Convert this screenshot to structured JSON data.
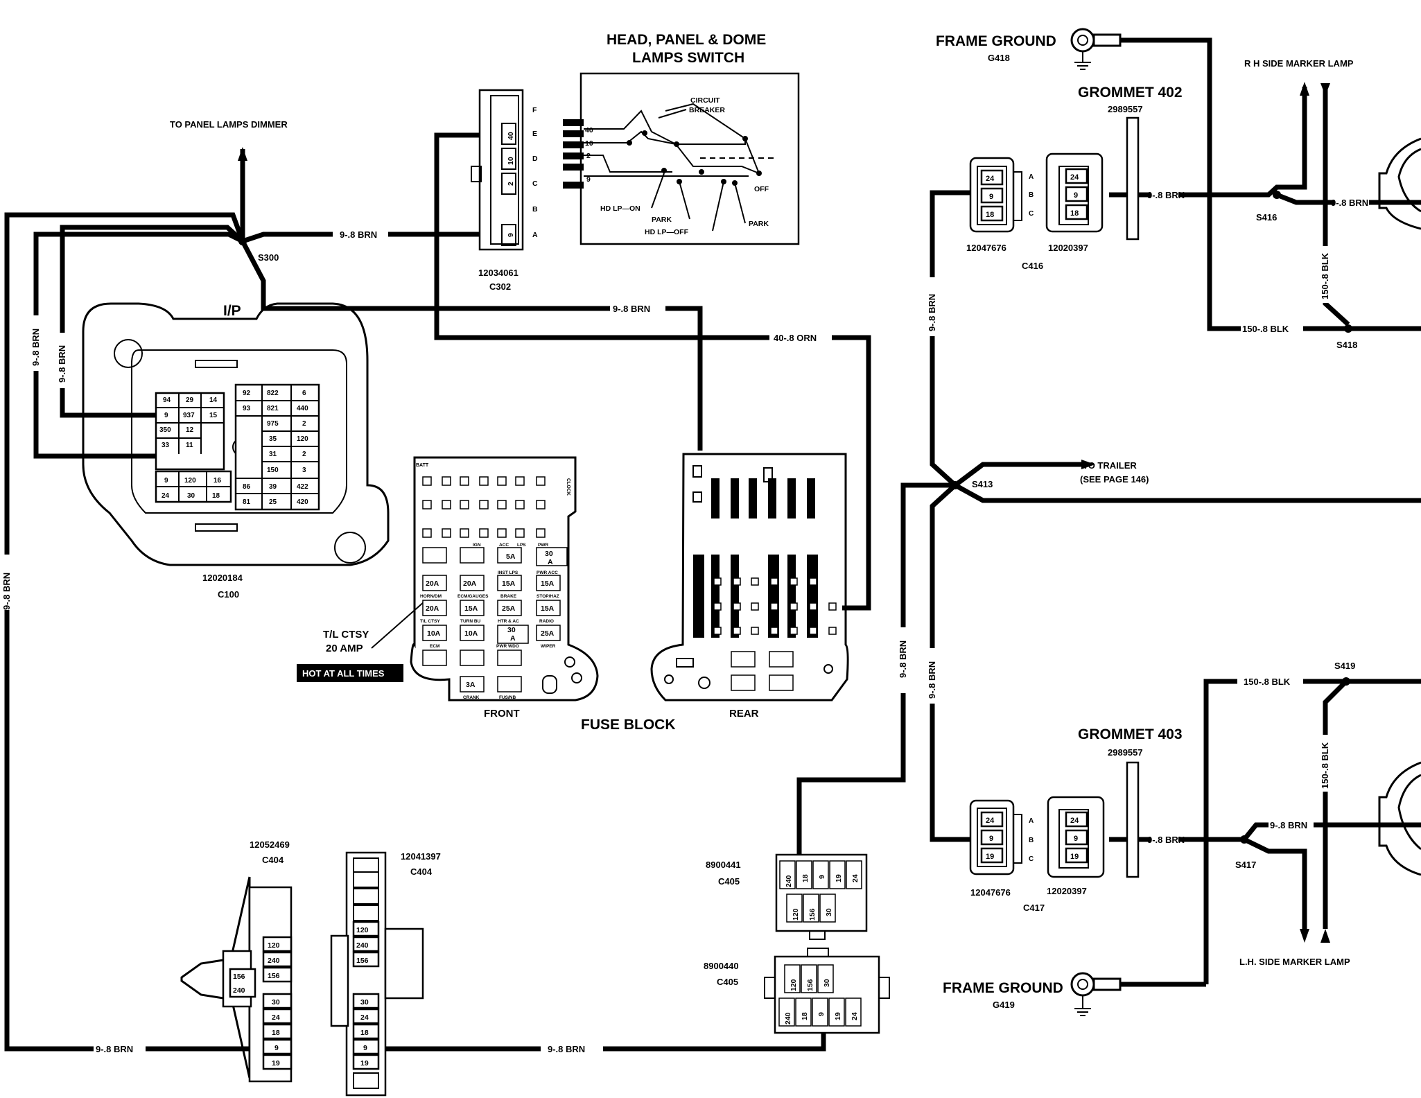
{
  "title": "FUSE BLOCK",
  "fuse_block": {
    "front_label": "FRONT",
    "rear_label": "REAR",
    "batt": "BATT",
    "clock": "CLOCK",
    "rows": [
      [
        "",
        "",
        "",
        "",
        "5A",
        "30\nA"
      ],
      [
        "20A",
        "20A",
        "",
        "15A",
        "15A",
        ""
      ],
      [
        "20A",
        "15A",
        "",
        "25A",
        "15A",
        ""
      ],
      [
        "10A",
        "10A",
        "",
        "30\nA",
        "25A",
        ""
      ],
      [
        "",
        "3A",
        "",
        "",
        "",
        ""
      ]
    ],
    "fuse_names": [
      "IGN",
      "ACC",
      "LPS",
      "PWR",
      "INST LPS",
      "PWR ACC",
      "HORN/DM",
      "ECM/GAUGES",
      "BRAKE",
      "STOP/HAZ",
      "T/L CTSY",
      "TURN BU",
      "HTR & AC",
      "RADIO",
      "ECM",
      "PWR WDO",
      "WIPER",
      "CRANK",
      "FUS/NB"
    ]
  },
  "callouts": {
    "tl_ctsy": "T/L CTSY",
    "tl_amp": "20 AMP",
    "hot": "HOT AT ALL TIMES",
    "to_dimmer": "TO PANEL LAMPS DIMMER",
    "to_trailer": "TO TRAILER",
    "see_page": "(SEE PAGE 146)",
    "rh_marker": "R H SIDE MARKER LAMP",
    "lh_marker": "L.H. SIDE MARKER LAMP"
  },
  "switch": {
    "title_1": "HEAD, PANEL & DOME",
    "title_2": "LAMPS SWITCH",
    "circuit_breaker_1": "CIRCUIT",
    "circuit_breaker_2": "BREAKER",
    "off": "OFF",
    "park_1": "PARK",
    "park_2": "PARK",
    "hd_lp_on": "HD LP—ON",
    "hd_lp_off": "HD LP—OFF",
    "wires": [
      "40",
      "10",
      "2",
      "9"
    ]
  },
  "connectors": {
    "c302_pins": [
      "F",
      "E",
      "D",
      "C",
      "B",
      "A"
    ],
    "c302_wires": [
      "40",
      "10",
      "2",
      "9"
    ],
    "c302_part": "12034061",
    "c302_id": "C302",
    "c100_part": "12020184",
    "c100_id": "C100",
    "ip": "I/P",
    "c100_left": [
      [
        "94",
        "29",
        "14"
      ],
      [
        "9",
        "937",
        "15"
      ],
      [
        "350",
        "12",
        ""
      ],
      [
        "33",
        "11",
        ""
      ]
    ],
    "c100_left_bottom": [
      [
        "9",
        "120",
        "16"
      ],
      [
        "24",
        "30",
        "18"
      ]
    ],
    "c100_right": [
      [
        "92",
        "822",
        "6"
      ],
      [
        "93",
        "821",
        "440"
      ],
      [
        "",
        "975",
        "2"
      ],
      [
        "",
        "35",
        "120"
      ],
      [
        "",
        "31",
        "2"
      ],
      [
        "",
        "150",
        "3"
      ],
      [
        "86",
        "39",
        "422"
      ],
      [
        "81",
        "25",
        "420"
      ]
    ],
    "c404a_part": "12052469",
    "c404a_id": "C404",
    "c404a_pins": [
      "120",
      "240",
      "156",
      "30",
      "24",
      "18",
      "9",
      "19"
    ],
    "c404a_plug": [
      "156",
      "240"
    ],
    "c404b_part": "12041397",
    "c404b_id": "C404",
    "c404b_pins": [
      "120",
      "240",
      "156",
      "30",
      "24",
      "18",
      "9",
      "19"
    ],
    "c405a_part": "8900441",
    "c405a_id": "C405",
    "c405a_top": [
      "240",
      "18",
      "9",
      "19",
      "24"
    ],
    "c405a_bot": [
      "120",
      "156",
      "30"
    ],
    "c405b_part": "8900440",
    "c405b_id": "C405",
    "c405b_top": [
      "120",
      "156",
      "30"
    ],
    "c405b_bot": [
      "240",
      "18",
      "9",
      "19",
      "24"
    ],
    "c416_pins": [
      "24",
      "9",
      "18"
    ],
    "c416_abc": [
      "A",
      "B",
      "C"
    ],
    "c416_part_a": "12047676",
    "c416_part_b": "12020397",
    "c416_id": "C416",
    "c417_pins": [
      "24",
      "9",
      "19"
    ],
    "c417_part_a": "12047676",
    "c417_part_b": "12020397",
    "c417_id": "C417",
    "grommet402": "GROMMET 402",
    "grommet402_part": "2989557",
    "grommet403": "GROMMET 403",
    "grommet403_part": "2989557"
  },
  "grounds": {
    "g418_title": "FRAME GROUND",
    "g418_id": "G418",
    "g419_title": "FRAME GROUND",
    "g419_id": "G419"
  },
  "splices": {
    "s300": "S300",
    "s413": "S413",
    "s416": "S416",
    "s417": "S417",
    "s418": "S418",
    "s419": "S419"
  },
  "wire_labels": {
    "brn": "9-.8 BRN",
    "orn": "40-.8 ORN",
    "blk": "150-.8 BLK"
  },
  "colors": {
    "wire": "#000000",
    "background": "#ffffff"
  }
}
